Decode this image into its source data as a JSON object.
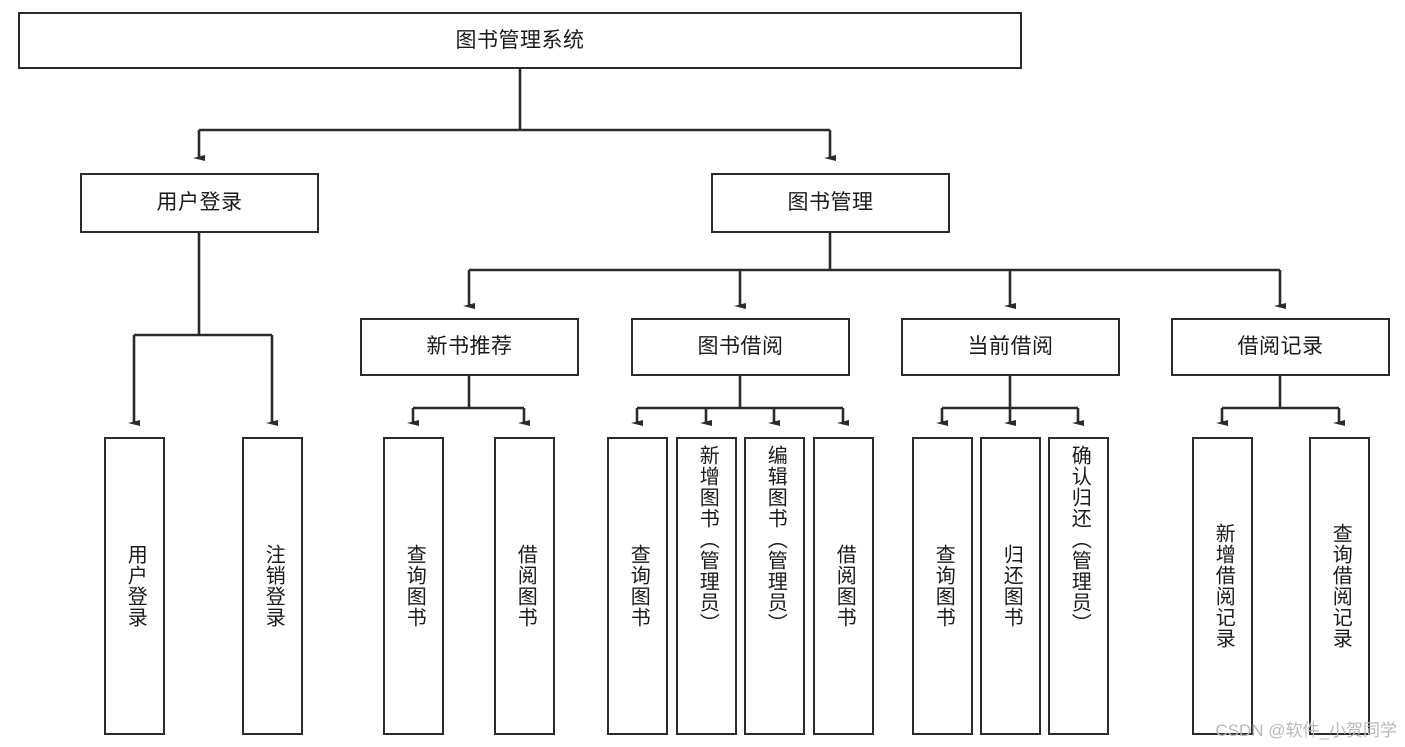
{
  "diagram": {
    "title_text": "图书管理系统",
    "type": "hierarchy-tree",
    "colors": {
      "box_border": "#2b2b2b",
      "box_fill": "#ffffff",
      "connector": "#2b2b2b",
      "watermark": "#b9b9b9",
      "page_background": "#ffffff"
    },
    "root": {
      "label": "图书管理系统"
    },
    "level2": [
      {
        "label": "用户登录"
      },
      {
        "label": "图书管理"
      }
    ],
    "level3": [
      {
        "label": "新书推荐"
      },
      {
        "label": "图书借阅"
      },
      {
        "label": "当前借阅"
      },
      {
        "label": "借阅记录"
      }
    ],
    "leaves_user_login": [
      {
        "label": "用户登录"
      },
      {
        "label": "注销登录"
      }
    ],
    "leaves_new_book": [
      {
        "label": "查询图书"
      },
      {
        "label": "借阅图书"
      }
    ],
    "leaves_borrow": [
      {
        "label": "查询图书"
      },
      {
        "label": "新增图书（管理员）"
      },
      {
        "label": "编辑图书（管理员）"
      },
      {
        "label": "借阅图书"
      }
    ],
    "leaves_current": [
      {
        "label": "查询图书"
      },
      {
        "label": "归还图书"
      },
      {
        "label": "确认归还（管理员）"
      }
    ],
    "leaves_record": [
      {
        "label": "新增借阅记录"
      },
      {
        "label": "查询借阅记录"
      }
    ]
  },
  "watermark": {
    "text": "CSDN @软件_小贺同学"
  }
}
